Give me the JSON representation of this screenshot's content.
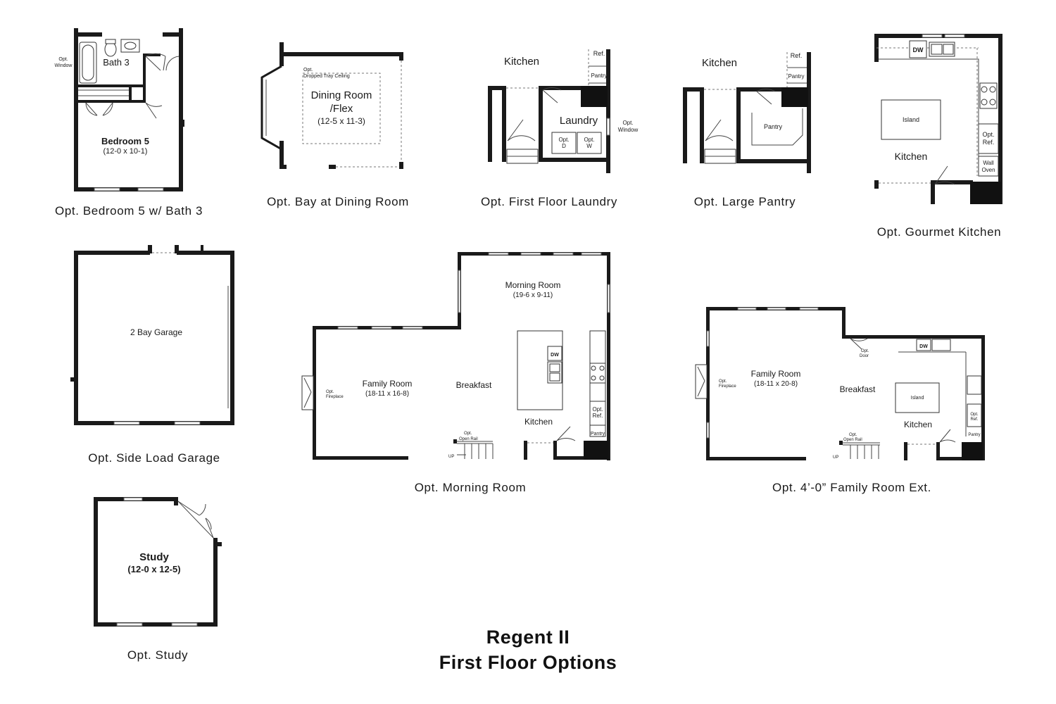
{
  "title": {
    "line1": "Regent II",
    "line2": "First Floor Options"
  },
  "captions": {
    "bedroom5": "Opt. Bedroom 5 w/ Bath 3",
    "bay": "Opt. Bay at Dining Room",
    "laundry": "Opt. First Floor Laundry",
    "pantry": "Opt. Large Pantry",
    "gourmet": "Opt. Gourmet Kitchen",
    "garage": "Opt. Side Load Garage",
    "morning": "Opt. Morning Room",
    "familyext": "Opt. 4’-0” Family Room Ext.",
    "study": "Opt. Study"
  },
  "labels": {
    "bath3": "Bath 3",
    "opt_window": "Opt.",
    "window_word": "Window",
    "bedroom5": "Bedroom 5",
    "bedroom5_dims": "(12-0 x 10-1)",
    "dropped_tray_opt": "Opt.",
    "dropped_tray": "Dropped Tray Ceiling",
    "dining_room": "Dining Room",
    "flex": "/Flex",
    "dining_dims": "(12-5 x 11-3)",
    "kitchen": "Kitchen",
    "ref": "Ref.",
    "pantry": "Pantry",
    "laundry": "Laundry",
    "opt_d": "Opt.",
    "d": "D",
    "opt_w": "Opt.",
    "w": "W",
    "dw": "DW",
    "island": "Island",
    "opt_ref_opt": "Opt.",
    "opt_ref": "Ref.",
    "wall": "Wall",
    "oven": "Oven",
    "garage": "2 Bay Garage",
    "morning_room": "Morning Room",
    "morning_dims": "(19-6 x 9-11)",
    "family_room": "Family Room",
    "family_dims_a": "(18-11 x 16-8)",
    "family_dims_b": "(18-11 x 20-8)",
    "breakfast": "Breakfast",
    "opt_fireplace_opt": "Opt.",
    "fireplace": "Fireplace",
    "open_rail_opt": "Opt.",
    "open_rail": "Open Rail",
    "up": "UP",
    "opt_door_opt": "Opt.",
    "door": "Door",
    "study": "Study",
    "study_dims": "(12-0 x 12-5)"
  }
}
